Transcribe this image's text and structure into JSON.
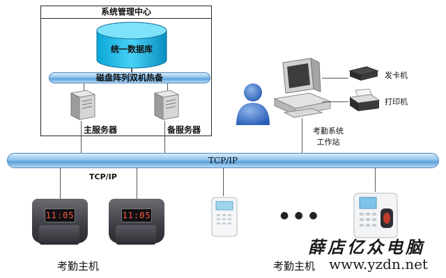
{
  "system_center": {
    "title": "系统管理中心",
    "database_label": "统一数据库",
    "raid_label": "磁盘阵列双机热备",
    "main_server_label": "主服务器",
    "backup_server_label": "备服务器"
  },
  "network": {
    "bus_label": "TCP/IP",
    "sub_label": "TCP/IP"
  },
  "workstation": {
    "label_line1": "考勤系统",
    "label_line2": "工作站",
    "card_issuer_label": "发卡机",
    "printer_label": "打印机"
  },
  "terminals": {
    "left_group_label": "考勤主机",
    "right_group_label": "考勤主机",
    "display_time": "11:05",
    "ellipsis": "● ● ●"
  },
  "watermark": {
    "brand": "薛店亿众电脑",
    "url": "www.yzdn.net"
  }
}
